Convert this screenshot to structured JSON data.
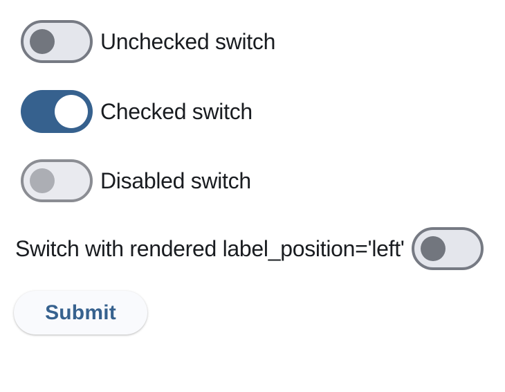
{
  "switches": [
    {
      "label": "Unchecked switch",
      "state": "unchecked",
      "label_position": "right"
    },
    {
      "label": "Checked switch",
      "state": "checked",
      "label_position": "right"
    },
    {
      "label": "Disabled switch",
      "state": "disabled",
      "label_position": "right"
    },
    {
      "label": "Switch with rendered label_position='left'",
      "state": "unchecked",
      "label_position": "left"
    }
  ],
  "button": {
    "label": "Submit"
  },
  "colors": {
    "primary": "#36618e",
    "on_primary": "#ffffff",
    "label": "#191c20",
    "track_off": "#e4e6ec",
    "outline": "#767a83",
    "thumb_off": "#72767e",
    "disabled_track": "#e9eaef",
    "disabled_outline": "#8b8d93",
    "disabled_thumb": "#acaeb4",
    "button_bg": "#f9fafd"
  }
}
